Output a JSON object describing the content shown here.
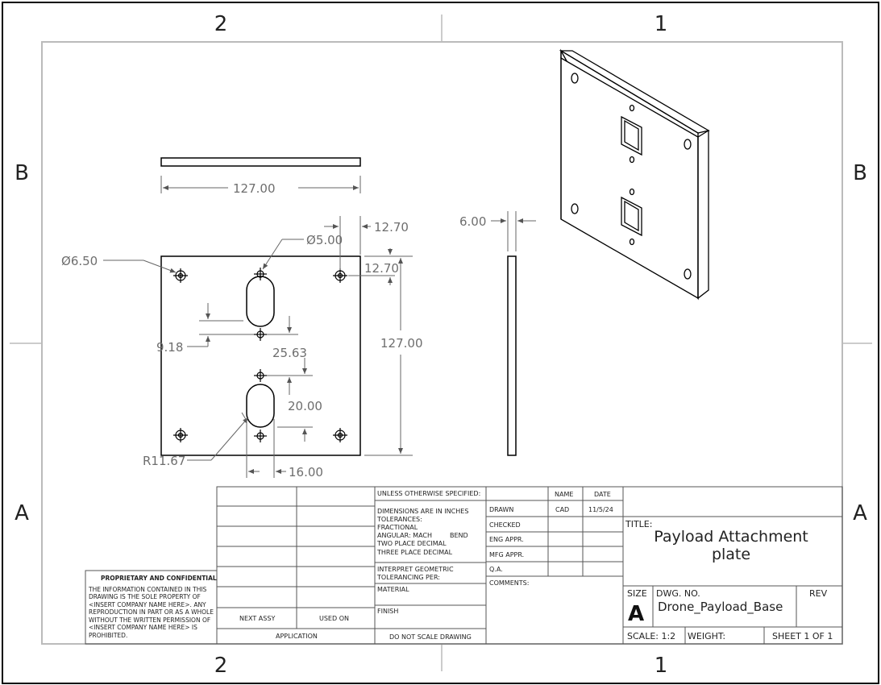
{
  "zones": {
    "top_left": "2",
    "top_right": "1",
    "bottom_left": "2",
    "bottom_right": "1",
    "left_upper": "B",
    "left_lower": "A",
    "right_upper": "B",
    "right_lower": "A"
  },
  "dimensions": {
    "top_width": "127.00",
    "hole_dia_large": "6.50",
    "hole_dia_small": "5.00",
    "edge_x": "12.70",
    "edge_y": "12.70",
    "height": "127.00",
    "slot_offset": "9.18",
    "slot_spacing": "25.63",
    "slot_length": "20.00",
    "slot_radius": "R11.67",
    "slot_width": "16.00",
    "thickness": "6.00",
    "diameter_symbol": "Ø"
  },
  "title_block": {
    "unless": "UNLESS OTHERWISE SPECIFIED:",
    "name_header": "NAME",
    "date_header": "DATE",
    "dims_lines": [
      "DIMENSIONS ARE IN INCHES",
      "TOLERANCES:",
      "FRACTIONAL",
      "ANGULAR: MACH",
      "TWO PLACE DECIMAL",
      "THREE PLACE DECIMAL"
    ],
    "bend": "BEND",
    "interpret_lines": [
      "INTERPRET GEOMETRIC",
      "TOLERANCING PER:"
    ],
    "material": "MATERIAL",
    "finish": "FINISH",
    "do_not_scale": "DO NOT SCALE DRAWING",
    "drawn": "DRAWN",
    "drawn_name": "CAD",
    "drawn_date": "11/5/24",
    "checked": "CHECKED",
    "eng_appr": "ENG APPR.",
    "mfg_appr": "MFG APPR.",
    "qa": "Q.A.",
    "comments": "COMMENTS:",
    "title_label": "TITLE:",
    "title_lines": [
      "Payload Attachment",
      "plate"
    ],
    "size_label": "SIZE",
    "size_value": "A",
    "dwg_no_label": "DWG.  NO.",
    "dwg_no": "Drone_Payload_Base",
    "rev_label": "REV",
    "scale": "SCALE: 1:2",
    "weight": "WEIGHT:",
    "sheet": "SHEET 1 OF 1",
    "next_assy": "NEXT ASSY",
    "used_on": "USED ON",
    "application": "APPLICATION",
    "proprietary_title": "PROPRIETARY AND CONFIDENTIAL",
    "proprietary_lines": [
      "THE INFORMATION CONTAINED IN THIS",
      "DRAWING IS THE SOLE PROPERTY OF",
      "<INSERT COMPANY NAME HERE>.  ANY",
      "REPRODUCTION IN PART OR AS A WHOLE",
      "WITHOUT THE WRITTEN PERMISSION OF",
      "<INSERT COMPANY NAME HERE> IS",
      "PROHIBITED."
    ]
  }
}
